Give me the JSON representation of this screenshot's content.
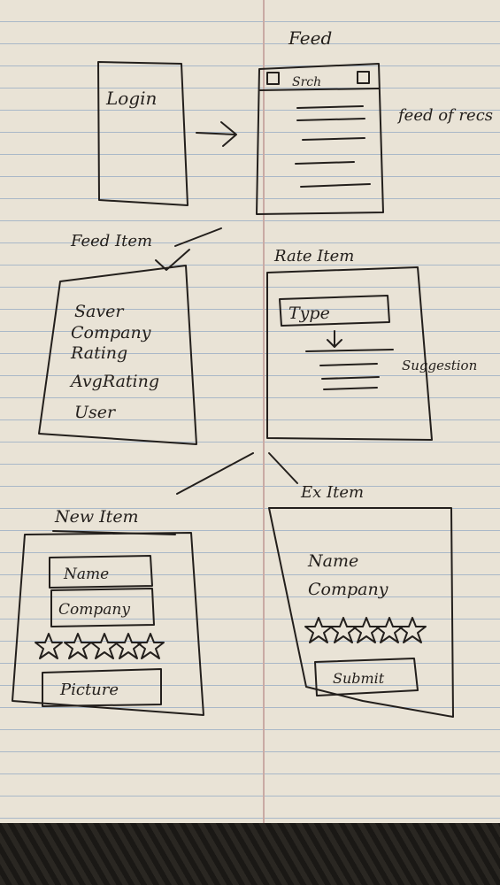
{
  "screens": {
    "login": {
      "title": "Login"
    },
    "feed": {
      "title": "Feed",
      "search_label": "Srch",
      "side_note": "feed of recs"
    },
    "feed_item": {
      "title": "Feed Item",
      "fields": [
        "Saver",
        "Company",
        "Rating",
        "AvgRating",
        "User"
      ]
    },
    "rate_item": {
      "title": "Rate Item",
      "type_field": "Type",
      "side_note": "Suggestion"
    },
    "new_item": {
      "title": "New Item",
      "name_field": "Name",
      "company_field": "Company",
      "picture_button": "Picture"
    },
    "edit_item": {
      "title": "Ex Item",
      "fields": [
        "Name",
        "Company"
      ],
      "submit_button": "Submit"
    }
  },
  "ink_color": "#231f1c",
  "paper_color": "#e9e3d6"
}
